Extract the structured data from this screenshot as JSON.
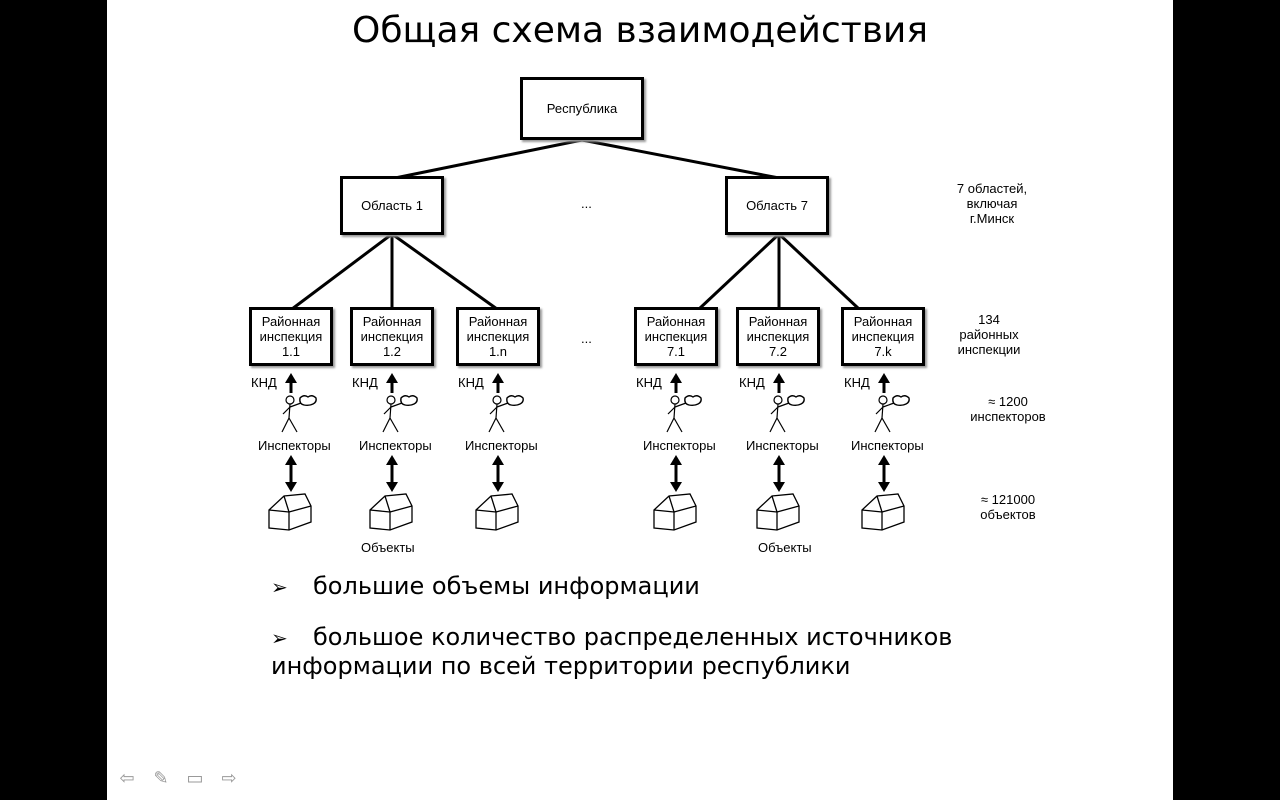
{
  "slide": {
    "title": "Общая схема взаимодействия"
  },
  "diagram": {
    "root": "Республика",
    "regions": [
      "Область 1",
      "Область 7"
    ],
    "ellipsis": "...",
    "inspections": [
      {
        "line1": "Районная",
        "line2": "инспекция",
        "line3": "1.1"
      },
      {
        "line1": "Районная",
        "line2": "инспекция",
        "line3": "1.2"
      },
      {
        "line1": "Районная",
        "line2": "инспекция",
        "line3": "1.n"
      },
      {
        "line1": "Районная",
        "line2": "инспекция",
        "line3": "7.1"
      },
      {
        "line1": "Районная",
        "line2": "инспекция",
        "line3": "7.2"
      },
      {
        "line1": "Районная",
        "line2": "инспекция",
        "line3": "7.k"
      }
    ],
    "knd_label": "КНД",
    "inspectors_label": "Инспекторы",
    "objects_label": "Объекты",
    "notes": {
      "regions": [
        "7 областей,",
        "включая",
        "г.Минск"
      ],
      "inspections": [
        "134",
        "районных",
        "инспекции"
      ],
      "inspectors": [
        "≈ 1200",
        "инспекторов"
      ],
      "objects": [
        "≈ 121000",
        "объектов"
      ]
    }
  },
  "bullets": [
    {
      "mark": "➢",
      "text": "большие объемы информации"
    },
    {
      "mark": "➢",
      "text": "большое количество распределенных источников информации по всей территории республики"
    }
  ],
  "nav": {
    "icons": [
      "prev-arrow-icon",
      "pen-icon",
      "menu-icon",
      "next-arrow-icon"
    ],
    "glyphs": [
      "⇦",
      "✎",
      "▭",
      "⇨"
    ]
  }
}
